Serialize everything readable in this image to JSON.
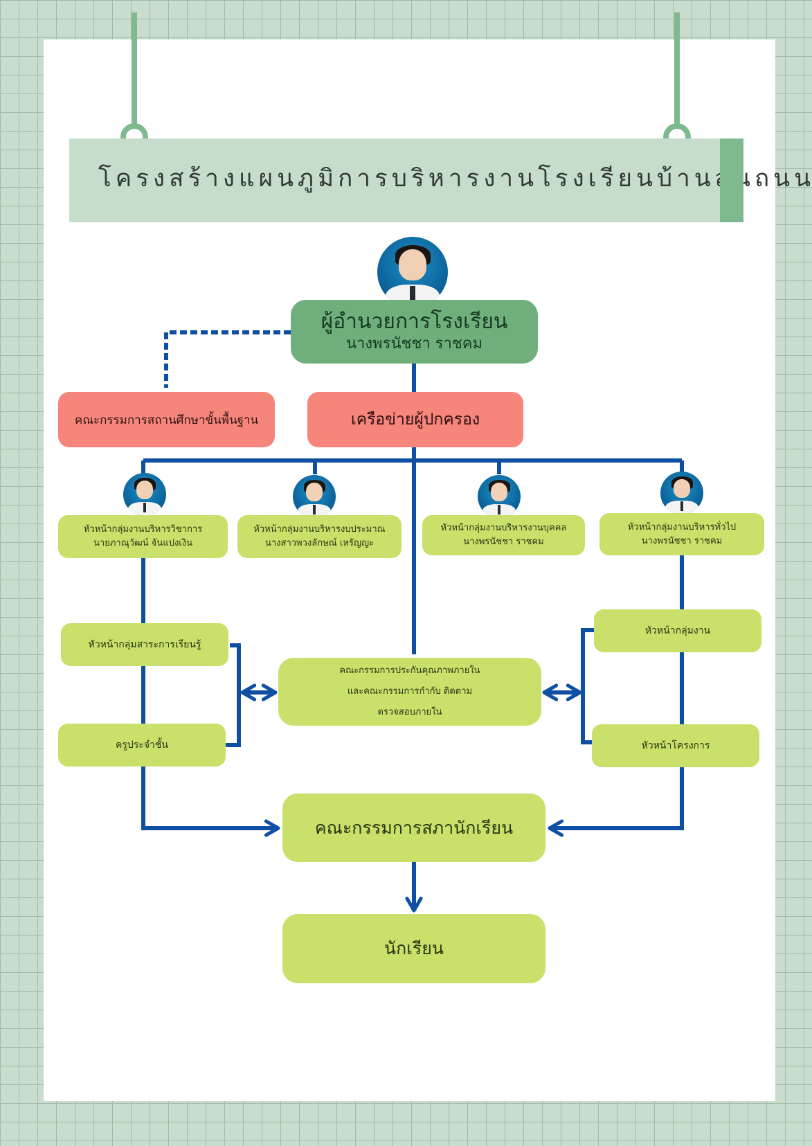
{
  "title": "โครงสร้างแผนภูมิการบริหารงานโรงเรียนบ้านสันถนน",
  "director": {
    "role": "ผู้อำนวยการโรงเรียน",
    "name": "นางพรนัชชา ราชคม"
  },
  "board": {
    "label": "คณะกรรมการสถานศึกษาขั้นพื้นฐาน"
  },
  "parents": {
    "label": "เครือข่ายผู้ปกครอง"
  },
  "heads": [
    {
      "role": "หัวหน้ากลุ่มงานบริหารวิชาการ",
      "name": "นายภาณุวัฒน์ จันแปงเงิน"
    },
    {
      "role": "หัวหน้ากลุ่มงานบริหารงบประมาณ",
      "name": "นางสาวพวงลักษณ์ เหรัญญะ"
    },
    {
      "role": "หัวหน้ากลุ่มงานบริหารงานบุคคล",
      "name": "นางพรนัชชา ราชคม"
    },
    {
      "role": "หัวหน้ากลุ่มงานบริหารทั่วไป",
      "name": "นางพรนัชชา ราชคม"
    }
  ],
  "left_units": {
    "learning_head": "หัวหน้ากลุ่มสาระการเรียนรู้",
    "class_teacher": "ครูประจำชั้น"
  },
  "right_units": {
    "work_head": "หัวหน้ากลุ่มงาน",
    "project_head": "หัวหน้าโครงการ"
  },
  "qa": {
    "line1": "คณะกรรมการประกันคุณภาพภายใน",
    "line2": "และคณะกรรมการกำกับ ติดตาม",
    "line3": "ตรวจสอบภายใน"
  },
  "council": {
    "label": "คณะกรรมการสภานักเรียน"
  },
  "students": {
    "label": "นักเรียน"
  },
  "colors": {
    "line": "#0f4fa3",
    "director_box": "#6faf7c",
    "red_box": "#f6857c",
    "lime_box": "#c9e06a",
    "accent_green": "#7fb98e"
  }
}
